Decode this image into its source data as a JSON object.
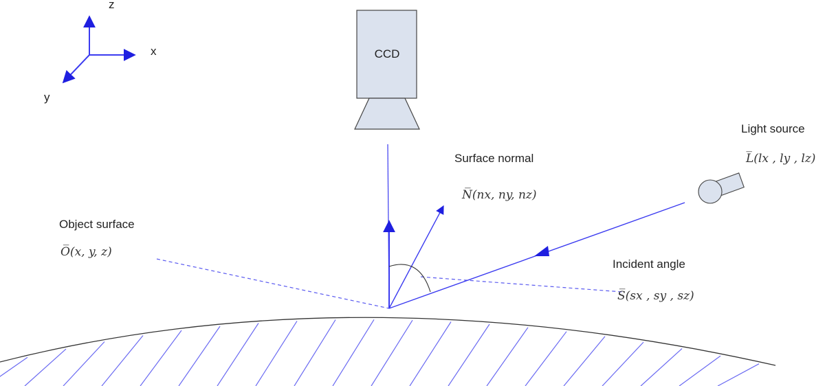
{
  "axes": {
    "x": "x",
    "y": "y",
    "z": "z"
  },
  "camera": {
    "label": "CCD"
  },
  "labels": {
    "surface_normal": "Surface normal",
    "normal_vector": "N̅(nx, ny, nz)",
    "light_source": "Light source",
    "light_vector": "L̅(lx , ly , lz)",
    "object_surface": "Object surface",
    "object_vector": "O̅(x, y, z)",
    "incident_angle": "Incident angle",
    "incident_vector": "S̅(sx , sy , sz)"
  },
  "colors": {
    "vector": "#3b3bf0",
    "dashed": "#5a5af0",
    "hatch": "#6a6af2",
    "camera_fill": "#dbe2ee",
    "camera_stroke": "#444444",
    "surface": "#333333"
  }
}
